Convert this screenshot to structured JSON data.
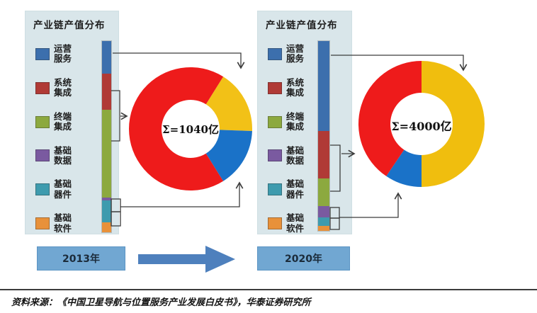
{
  "colors": {
    "panel_bg": "#d9e6ea",
    "year_button_bg": "#71a7d2",
    "year_button_border": "#5b94c4",
    "flow_arrow": "#4e80bd",
    "connector": "#3c3c3c",
    "donut_red": "#ee1b1b",
    "donut_yellow": "#f2c117",
    "donut_blue": "#1a72c8"
  },
  "legend": {
    "items": [
      {
        "name": "operation-services",
        "line1": "运营",
        "line2": "服务",
        "color": "#3c6fad"
      },
      {
        "name": "system-integration",
        "line1": "系统",
        "line2": "集成",
        "color": "#b03a36"
      },
      {
        "name": "terminal-integration",
        "line1": "终端",
        "line2": "集成",
        "color": "#8ca93f"
      },
      {
        "name": "basic-data",
        "line1": "基础",
        "line2": "数据",
        "color": "#7a5aa0"
      },
      {
        "name": "basic-components",
        "line1": "基础",
        "line2": "器件",
        "color": "#3e9bae"
      },
      {
        "name": "basic-software",
        "line1": "基础",
        "line2": "软件",
        "color": "#e8913a"
      }
    ]
  },
  "chart_data": [
    {
      "type": "donut",
      "title": "产业链产值分布",
      "year": "2013年",
      "center_label": "Σ=1040亿",
      "total_value": 1040,
      "total_unit": "亿",
      "donut_segments": [
        {
          "name": "运营服务",
          "color": "#f2c117",
          "start": 32,
          "sweep": 60,
          "pct": 17
        },
        {
          "name": "基础数据/器件/软件",
          "color": "#1a72c8",
          "start": 92,
          "sweep": 56,
          "pct": 16
        },
        {
          "name": "系统集成+终端集成",
          "color": "#ee1b1b",
          "start": 148,
          "sweep": 244,
          "pct": 67
        }
      ],
      "bar_segments": [
        {
          "name": "运营服务",
          "color": "#3c6fad",
          "pct": 17
        },
        {
          "name": "系统集成",
          "color": "#b03a36",
          "pct": 19
        },
        {
          "name": "终端集成",
          "color": "#8ca93f",
          "pct": 46
        },
        {
          "name": "基础数据",
          "color": "#7a5aa0",
          "pct": 1.5
        },
        {
          "name": "基础器件",
          "color": "#3e9bae",
          "pct": 11.5
        },
        {
          "name": "基础软件",
          "color": "#e8913a",
          "pct": 5
        }
      ]
    },
    {
      "type": "donut",
      "title": "产业链产值分布",
      "year": "2020年",
      "center_label": "Σ=4000亿",
      "total_value": 4000,
      "total_unit": "亿",
      "donut_segments": [
        {
          "name": "运营服务",
          "color": "#f0be0e",
          "start": 0,
          "sweep": 180,
          "pct": 50
        },
        {
          "name": "基础数据/器件/软件",
          "color": "#1a72c8",
          "start": 180,
          "sweep": 34,
          "pct": 9.5
        },
        {
          "name": "系统集成+终端集成",
          "color": "#ee1b1b",
          "start": 214,
          "sweep": 146,
          "pct": 40.5
        }
      ],
      "bar_segments": [
        {
          "name": "运营服务",
          "color": "#3c6fad",
          "pct": 47
        },
        {
          "name": "系统集成",
          "color": "#b03a36",
          "pct": 25
        },
        {
          "name": "终端集成",
          "color": "#8ca93f",
          "pct": 14.5
        },
        {
          "name": "基础数据",
          "color": "#7a5aa0",
          "pct": 6
        },
        {
          "name": "基础器件",
          "color": "#3e9bae",
          "pct": 4.5
        },
        {
          "name": "基础软件",
          "color": "#e8913a",
          "pct": 2.5
        }
      ]
    }
  ],
  "footer": {
    "source": "资料来源：《中国卫星导航与位置服务产业发展白皮书》，华泰证券研究所"
  }
}
